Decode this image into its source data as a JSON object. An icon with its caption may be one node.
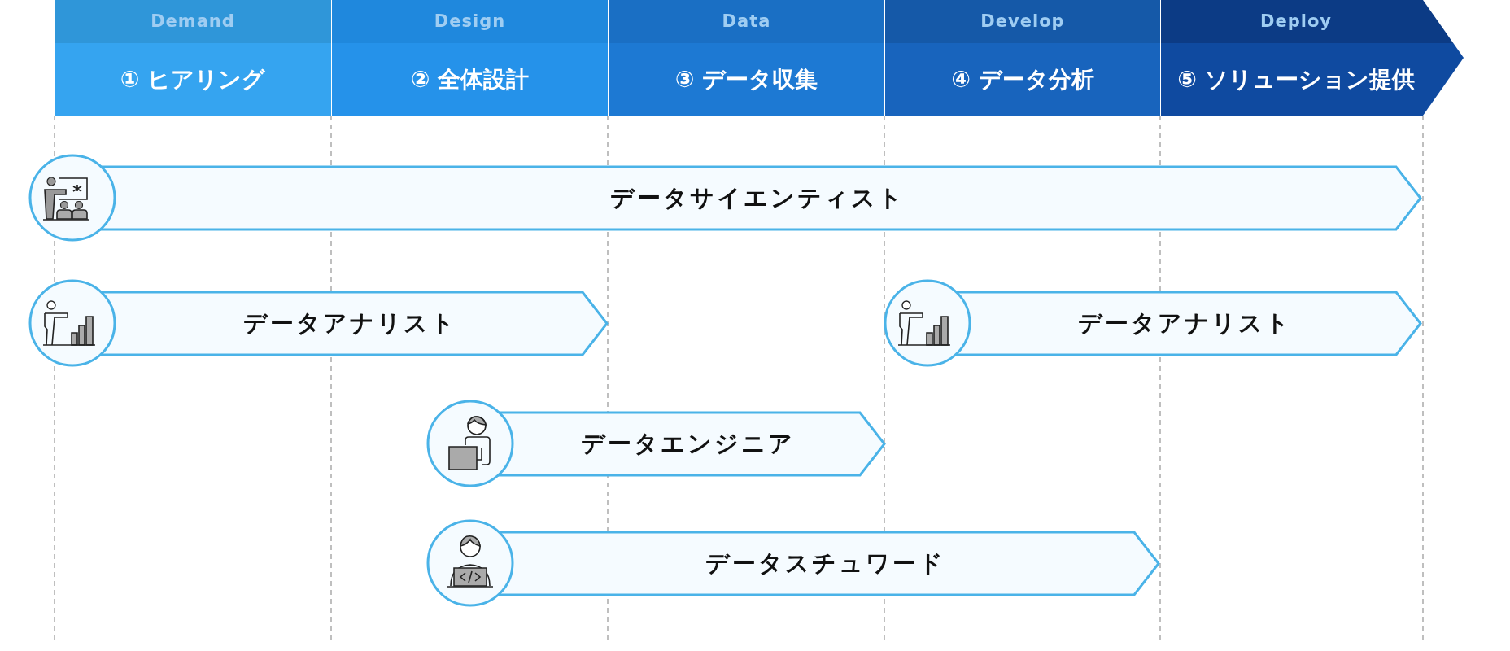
{
  "diagram": {
    "nodes": [
      {
        "text": [
          "Demand",
          "① ヒアリング"
        ]
      },
      {
        "text": [
          "Design",
          "② 全体設計"
        ]
      },
      {
        "text": [
          "Data",
          "③ データ収集"
        ]
      },
      {
        "text": [
          "Develop",
          "④ データ分析"
        ]
      },
      {
        "text": [
          "Deploy",
          "⑤ ソリューション提供"
        ]
      },
      {
        "text": [
          "データサイエンティスト"
        ]
      },
      {
        "text": [
          "データアナリスト"
        ]
      },
      {
        "text": [
          "データアナリスト"
        ]
      },
      {
        "text": [
          "データエンジニア"
        ]
      },
      {
        "text": [
          "データスチュワード"
        ]
      }
    ]
  }
}
